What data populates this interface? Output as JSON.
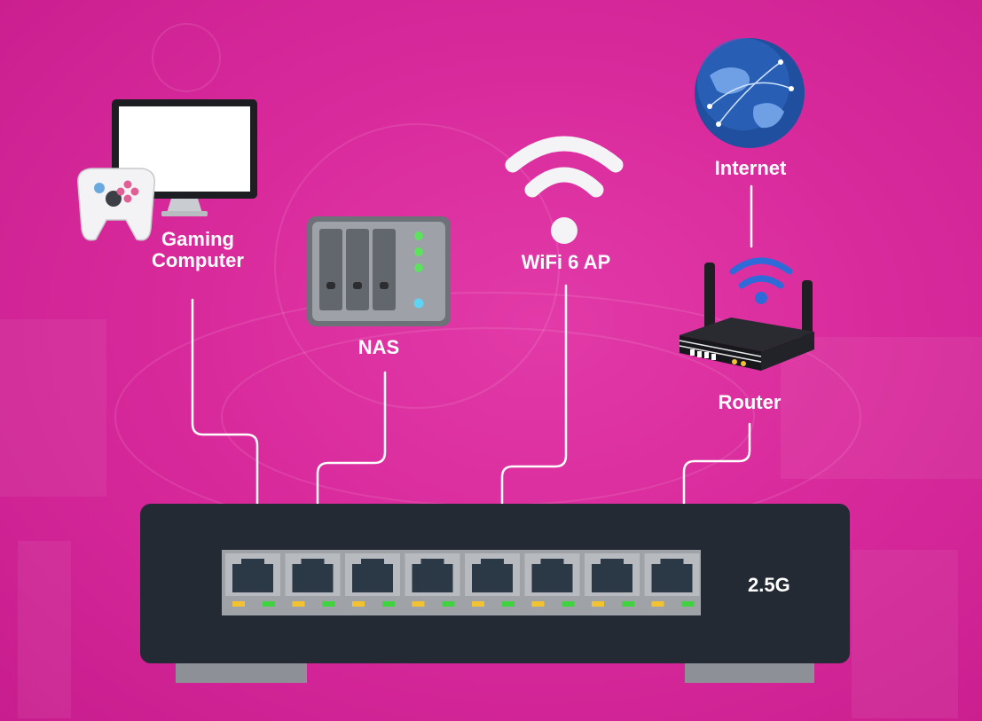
{
  "colors": {
    "background": "#d92a9c",
    "switch_body": "#232a34",
    "port_panel": "#9fa3a8",
    "port_socket": "#2b3845",
    "led_amber": "#f2c230",
    "led_green": "#3fd33f",
    "wire": "#ffffff"
  },
  "icons": {
    "gaming_computer": "monitor-with-gamepad-icon",
    "nas": "nas-storage-icon",
    "wifi_ap": "wifi-signal-icon",
    "internet": "globe-icon",
    "router": "wifi-router-icon"
  },
  "devices": {
    "gaming_computer": {
      "label_line1": "Gaming",
      "label_line2": "Computer"
    },
    "nas": {
      "label": "NAS"
    },
    "wifi_ap": {
      "label": "WiFi 6 AP"
    },
    "internet": {
      "label": "Internet"
    },
    "router": {
      "label": "Router"
    }
  },
  "switch": {
    "speed": "2.5G",
    "port_count": 8,
    "connected_ports": [
      1,
      2,
      5,
      8
    ]
  }
}
